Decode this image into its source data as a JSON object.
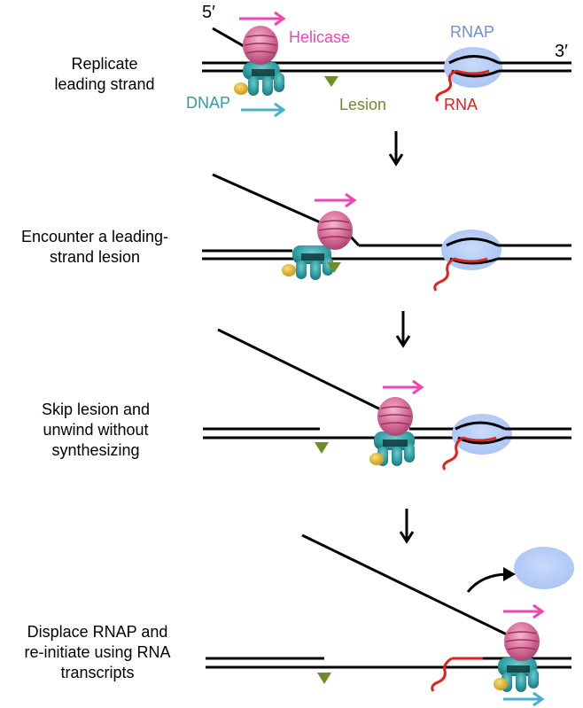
{
  "colors": {
    "helicase": "#d96b98",
    "helicase_arrow": "#ec46b4",
    "dnap": "#2f9ea4",
    "dnap_arrow": "#49b1cd",
    "lesion": "#6f8c2b",
    "rnap": "#a9c3f3",
    "rna": "#e2211c",
    "primer": "#e2b11f",
    "dna": "#000000"
  },
  "labels": {
    "five_prime": "5′",
    "three_prime": "3′",
    "helicase": "Helicase",
    "rnap": "RNAP",
    "dnap": "DNAP",
    "lesion": "Lesion",
    "rna": "RNA"
  },
  "icons": [
    "helicase-icon",
    "dnap-icon",
    "rnap-icon",
    "lesion-icon",
    "primer-icon",
    "direction-arrow-icon",
    "step-arrow-icon"
  ],
  "steps": [
    {
      "line1": "Replicate",
      "line2": "leading strand"
    },
    {
      "line1": "Encounter a leading-",
      "line2": "strand lesion"
    },
    {
      "line1": "Skip lesion and",
      "line2": "unwind without",
      "line3": "synthesizing"
    },
    {
      "line1": "Displace RNAP and",
      "line2": "re-initiate using RNA",
      "line3": "transcripts"
    }
  ]
}
